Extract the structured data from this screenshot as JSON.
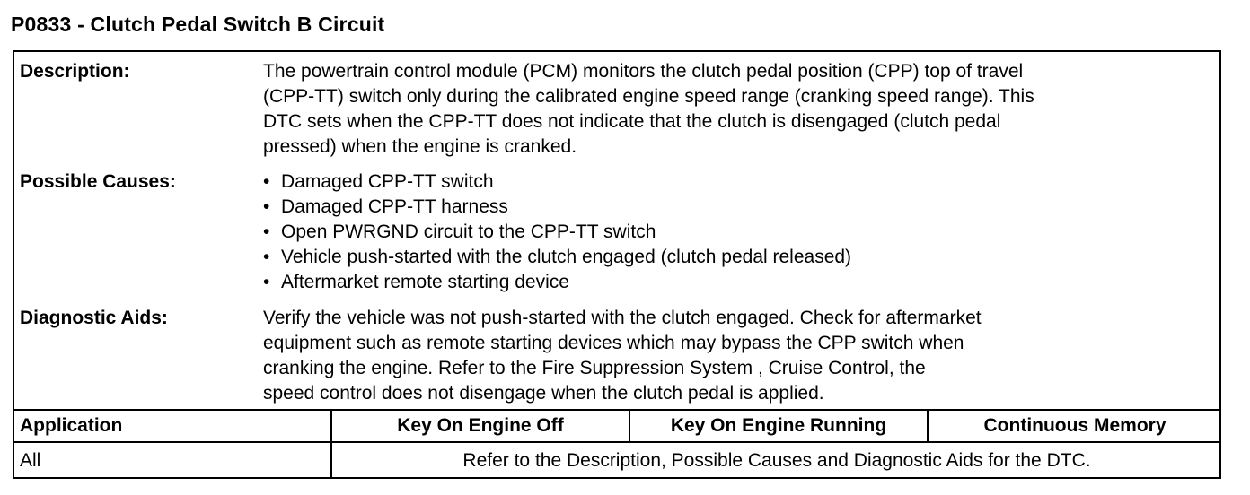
{
  "title": "P0833 - Clutch Pedal Switch B Circuit",
  "description": {
    "label": "Description:",
    "lines": [
      "The powertrain control module (PCM) monitors the clutch pedal position (CPP) top of travel",
      "(CPP-TT) switch only during the calibrated engine speed range (cranking speed range). This",
      "DTC sets when the CPP-TT does not indicate that the clutch is disengaged (clutch pedal",
      "pressed) when the engine is cranked."
    ]
  },
  "possible_causes": {
    "label": "Possible Causes:",
    "items": [
      "Damaged CPP-TT switch",
      "Damaged CPP-TT harness",
      "Open PWRGND circuit to the CPP-TT switch",
      "Vehicle push-started with the clutch engaged (clutch pedal released)",
      "Aftermarket remote starting device"
    ]
  },
  "diagnostic_aids": {
    "label": "Diagnostic Aids:",
    "lines": [
      "Verify the vehicle was not push-started with the clutch engaged. Check for aftermarket",
      "equipment such as remote starting devices which may bypass the CPP switch when",
      "cranking the engine. Refer to the Fire Suppression System , Cruise Control, the",
      "speed control does not disengage when the clutch pedal is applied."
    ]
  },
  "table": {
    "headers": [
      "Application",
      "Key On Engine Off",
      "Key On Engine Running",
      "Continuous Memory"
    ],
    "row": {
      "application": "All",
      "note": "Refer to the Description, Possible Causes and Diagnostic Aids for the DTC."
    }
  }
}
